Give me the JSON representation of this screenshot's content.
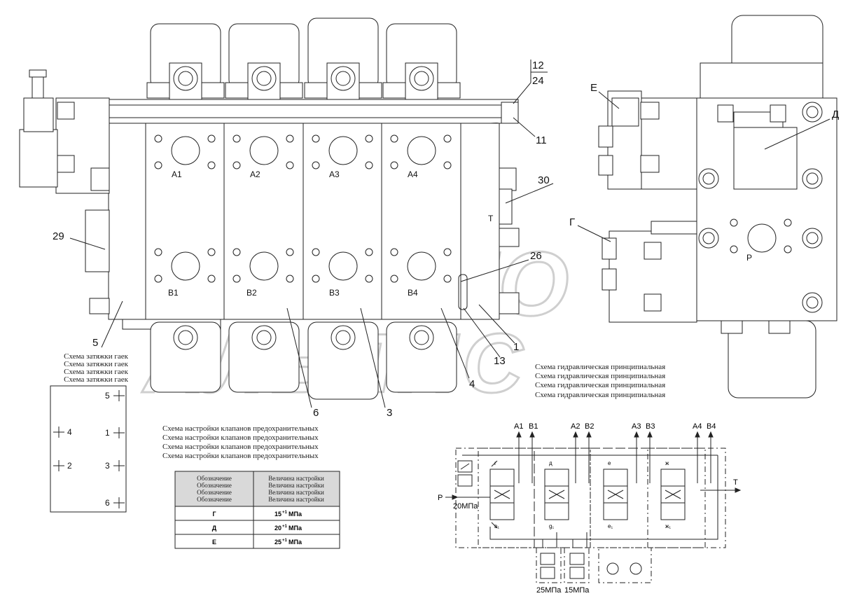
{
  "callouts": {
    "c12": "12",
    "c24": "24",
    "c11": "11",
    "c30": "30",
    "c29": "29",
    "c26": "26",
    "c1": "1",
    "c13": "13",
    "c4": "4",
    "c3": "3",
    "c5": "5",
    "c6": "6",
    "cT": "Т",
    "cE": "Е",
    "cD": "Д",
    "cG": "Г",
    "cP": "Р"
  },
  "ports_front": {
    "a": [
      "А1",
      "А2",
      "А3",
      "А4"
    ],
    "b": [
      "В1",
      "В2",
      "В3",
      "В4"
    ]
  },
  "nut_scheme": {
    "caption_lines": [
      "Схема затяжки гаек",
      "Схема затяжки гаек",
      "Схема затяжки гаек",
      "Схема затяжки гаек"
    ],
    "right_marks": [
      "5",
      "1",
      "3",
      "6"
    ],
    "left_marks": [
      "4",
      "2"
    ]
  },
  "valve_settings": {
    "caption_lines": [
      "Схема настройки клапанов предохранительных",
      "Схема настройки клапанов предохранительных",
      "Схема настройки клапанов предохранительных",
      "Схема настройки клапанов предохранительных"
    ],
    "header_col1": [
      "Обозначение",
      "Обозначение",
      "Обозначение",
      "Обозначение"
    ],
    "header_col2": [
      "Величина настройки",
      "Величина настройки",
      "Величина настройки",
      "Величина настройки"
    ],
    "rows": [
      {
        "designation": "Г",
        "value": "15",
        "exp": "+1",
        "unit": "МПа"
      },
      {
        "designation": "Д",
        "value": "20",
        "exp": "+1",
        "unit": "МПа"
      },
      {
        "designation": "Е",
        "value": "25",
        "exp": "+1",
        "unit": "МПа"
      }
    ]
  },
  "hydraulic_scheme": {
    "caption_lines": [
      "Схема гидравлическая принципиальная",
      "Схема гидравлическая принципиальная",
      "Схема гидравлическая принципиальная",
      "Схема гидравлическая принципиальная"
    ],
    "port_labels": [
      "А1",
      "В1",
      "А2",
      "В2",
      "А3",
      "В3",
      "А4",
      "В4"
    ],
    "inlet": "Р",
    "outlet": "Т",
    "relief_main": "20МПа",
    "relief_left": "25МПа",
    "relief_right": "15МПа",
    "spool_marks_top": [
      "г",
      "д",
      "е",
      "ж"
    ],
    "spool_marks_bottom": [
      "в₁",
      "g₁",
      "е₁",
      "ж₁"
    ]
  },
  "watermark": {
    "line1": "АВТО",
    "line2": "АЛЬЯНС"
  }
}
